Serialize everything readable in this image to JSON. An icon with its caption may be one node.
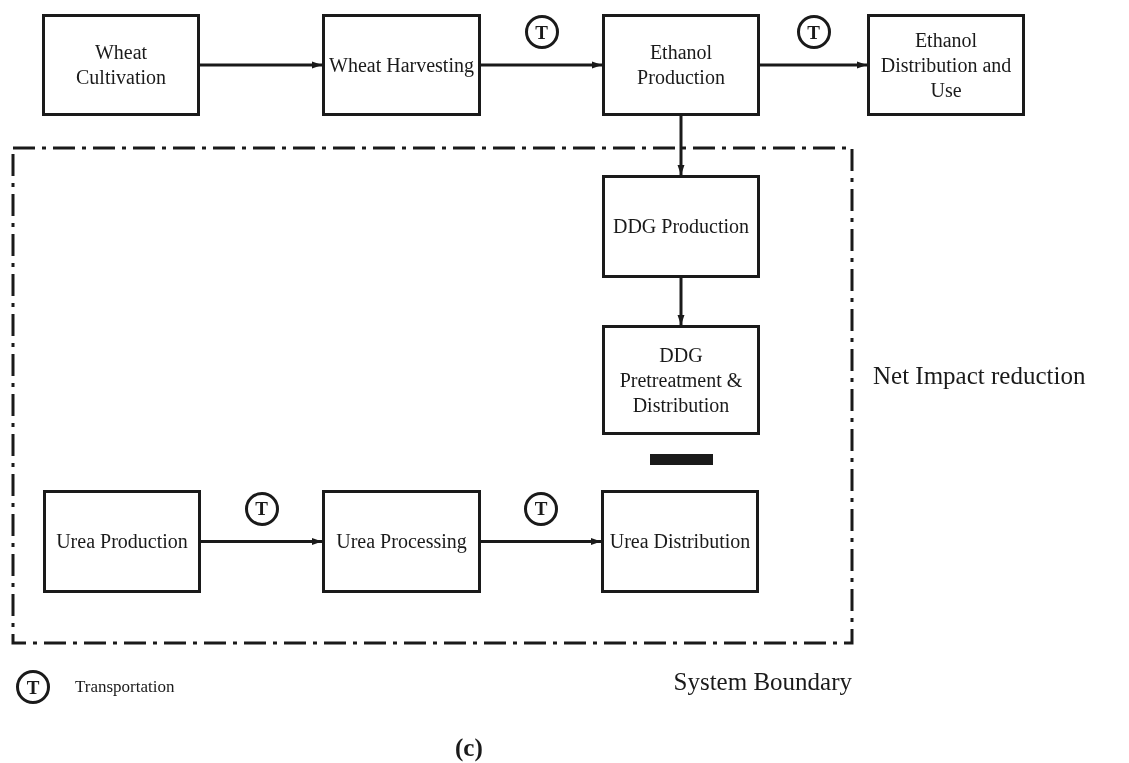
{
  "diagram": {
    "nodes": [
      {
        "text": [
          "Wheat Cultivation"
        ]
      },
      {
        "text": [
          "Wheat Harvesting"
        ]
      },
      {
        "text": [
          "Ethanol Production"
        ]
      },
      {
        "text": [
          "Ethanol Distribution and Use"
        ]
      },
      {
        "text": [
          "System Boundary"
        ]
      },
      {
        "text": [
          "DDG Production"
        ],
        "in": 4
      },
      {
        "text": [
          "DDG Pretreatment & Distribution"
        ],
        "in": 4
      },
      {
        "text": [
          "Urea Production"
        ],
        "in": 4
      },
      {
        "text": [
          "Urea Processing"
        ],
        "in": 4
      },
      {
        "text": [
          "Urea Distribution"
        ],
        "in": 4
      }
    ],
    "edges": [
      {
        "from": 0,
        "to": 1,
        "arrow": "to"
      },
      {
        "from": 1,
        "to": 2,
        "arrow": "to",
        "label": "T"
      },
      {
        "from": 2,
        "to": 3,
        "arrow": "to",
        "label": "T"
      },
      {
        "from": 2,
        "to": 5,
        "arrow": "to"
      },
      {
        "from": 5,
        "to": 6,
        "arrow": "to"
      },
      {
        "from": 7,
        "to": 8,
        "arrow": "to",
        "label": "T"
      },
      {
        "from": 8,
        "to": 9,
        "arrow": "to",
        "label": "T"
      }
    ],
    "labels": [
      "Net Impact reduction",
      "T",
      "(c)"
    ],
    "legend": [
      {
        "text": "Transportation"
      }
    ]
  }
}
